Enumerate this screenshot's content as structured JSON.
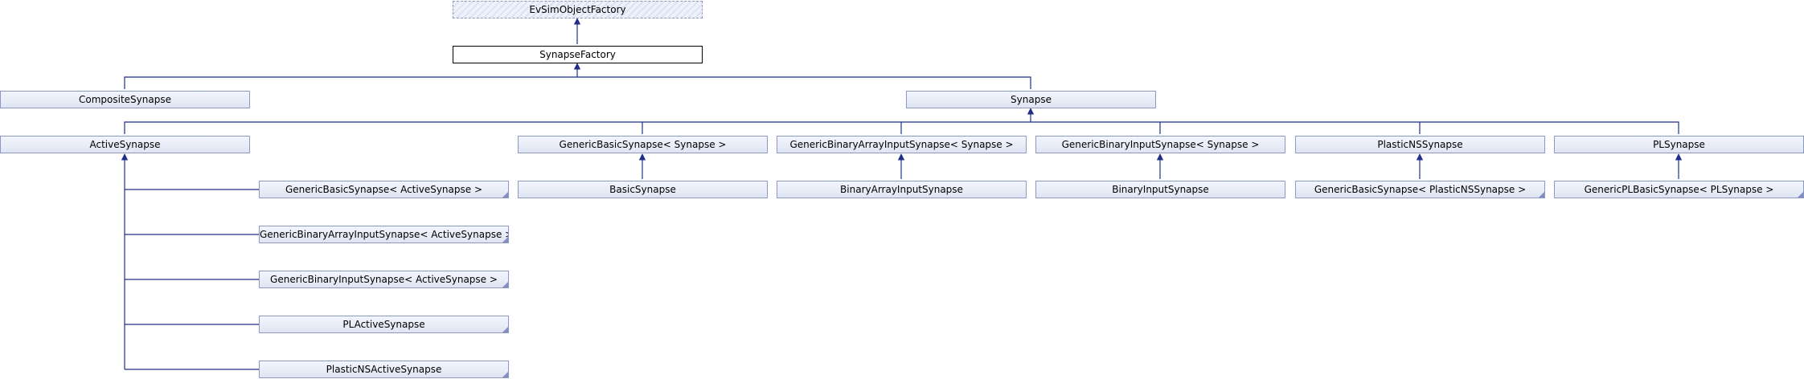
{
  "diagram": {
    "nodes": {
      "evsimobjectfactory": {
        "label": "EvSimObjectFactory",
        "kind": "external"
      },
      "synapsefactory": {
        "label": "SynapseFactory",
        "kind": "current"
      },
      "compositesynapse": {
        "label": "CompositeSynapse"
      },
      "synapse": {
        "label": "Synapse"
      },
      "activesynapse": {
        "label": "ActiveSynapse"
      },
      "genericbasic_synapse": {
        "label": "GenericBasicSynapse< Synapse >"
      },
      "genericbinaryarray_synapse": {
        "label": "GenericBinaryArrayInputSynapse< Synapse >"
      },
      "genericbinaryinput_synapse": {
        "label": "GenericBinaryInputSynapse< Synapse >"
      },
      "plasticnssynapse": {
        "label": "PlasticNSSynapse"
      },
      "plsynapse": {
        "label": "PLSynapse"
      },
      "genericbasic_active": {
        "label": "GenericBasicSynapse< ActiveSynapse >",
        "truncated": true
      },
      "genericbinaryarray_active": {
        "label": "GenericBinaryArrayInputSynapse< ActiveSynapse >",
        "truncated": true
      },
      "genericbinaryinput_active": {
        "label": "GenericBinaryInputSynapse< ActiveSynapse >",
        "truncated": true
      },
      "plactivesynapse": {
        "label": "PLActiveSynapse",
        "truncated": true
      },
      "plasticnsactivesynapse": {
        "label": "PlasticNSActiveSynapse",
        "truncated": true
      },
      "basicsynapse": {
        "label": "BasicSynapse"
      },
      "binaryarrayinputsynapse": {
        "label": "BinaryArrayInputSynapse"
      },
      "binaryinputsynapse": {
        "label": "BinaryInputSynapse"
      },
      "genericbasic_plasticns": {
        "label": "GenericBasicSynapse< PlasticNSSynapse >",
        "truncated": true
      },
      "genericplbasic_pl": {
        "label": "GenericPLBasicSynapse< PLSynapse >",
        "truncated": true
      }
    },
    "edge_color": "#1f2f8a"
  }
}
